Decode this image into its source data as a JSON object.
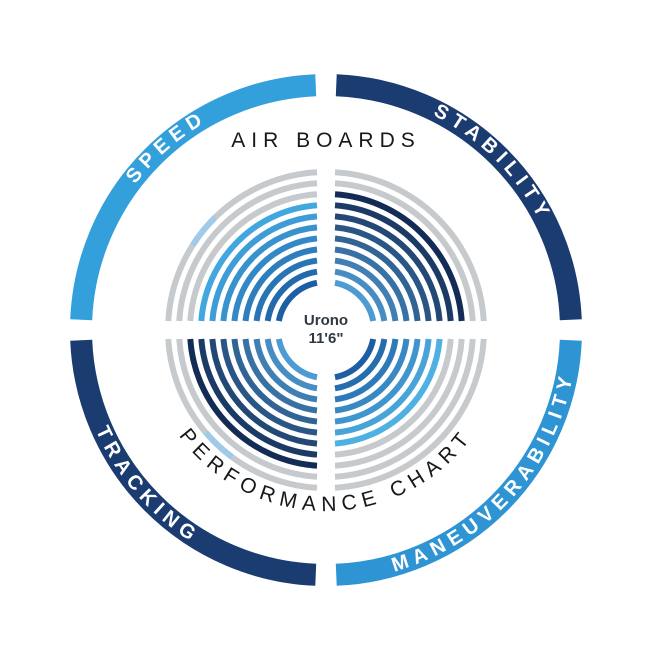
{
  "title": "AIR BOARDS",
  "subtitle": "PERFORMANCE CHART",
  "center": {
    "model": "Urono",
    "size": "11'6\""
  },
  "chart_data": {
    "type": "radial-quadrant-rings",
    "title": "AIR BOARDS",
    "subtitle": "PERFORMANCE CHART",
    "board": "Urono 11'6\"",
    "total_rings": 11,
    "colors": {
      "unfilled": "#C7CACD",
      "partial_segment": "#9FCBE8",
      "heading_text": "#16181B",
      "center_text": "#303840",
      "label_text": "#FFFFFF",
      "background": "#FFFFFF"
    },
    "quadrants": [
      {
        "id": "stability",
        "label": "STABILITY",
        "position": "top-right",
        "arc_color": "#1B3C70",
        "value": 9,
        "ring_color_inner": "#4E9BD4",
        "ring_color_outer": "#142C55"
      },
      {
        "id": "speed",
        "label": "SPEED",
        "position": "top-left",
        "arc_color": "#339FDB",
        "value": 8,
        "ring_color_inner": "#1E5FA4",
        "ring_color_outer": "#43A7DF",
        "partial": {
          "ring": 10,
          "mid_deg": 141,
          "span_deg": 13
        }
      },
      {
        "id": "tracking",
        "label": "TRACKING",
        "position": "bottom-left",
        "arc_color": "#1B3C70",
        "value": 9,
        "ring_color_inner": "#4E9BD4",
        "ring_color_outer": "#142C55",
        "partial": {
          "ring": 10,
          "mid_deg": 227,
          "span_deg": 13
        }
      },
      {
        "id": "maneuverability",
        "label": "MANEUVERABILITY",
        "position": "bottom-right",
        "arc_color": "#2E94D3",
        "value": 7,
        "ring_color_inner": "#1E5FA4",
        "ring_color_outer": "#4FB0E2"
      }
    ]
  }
}
